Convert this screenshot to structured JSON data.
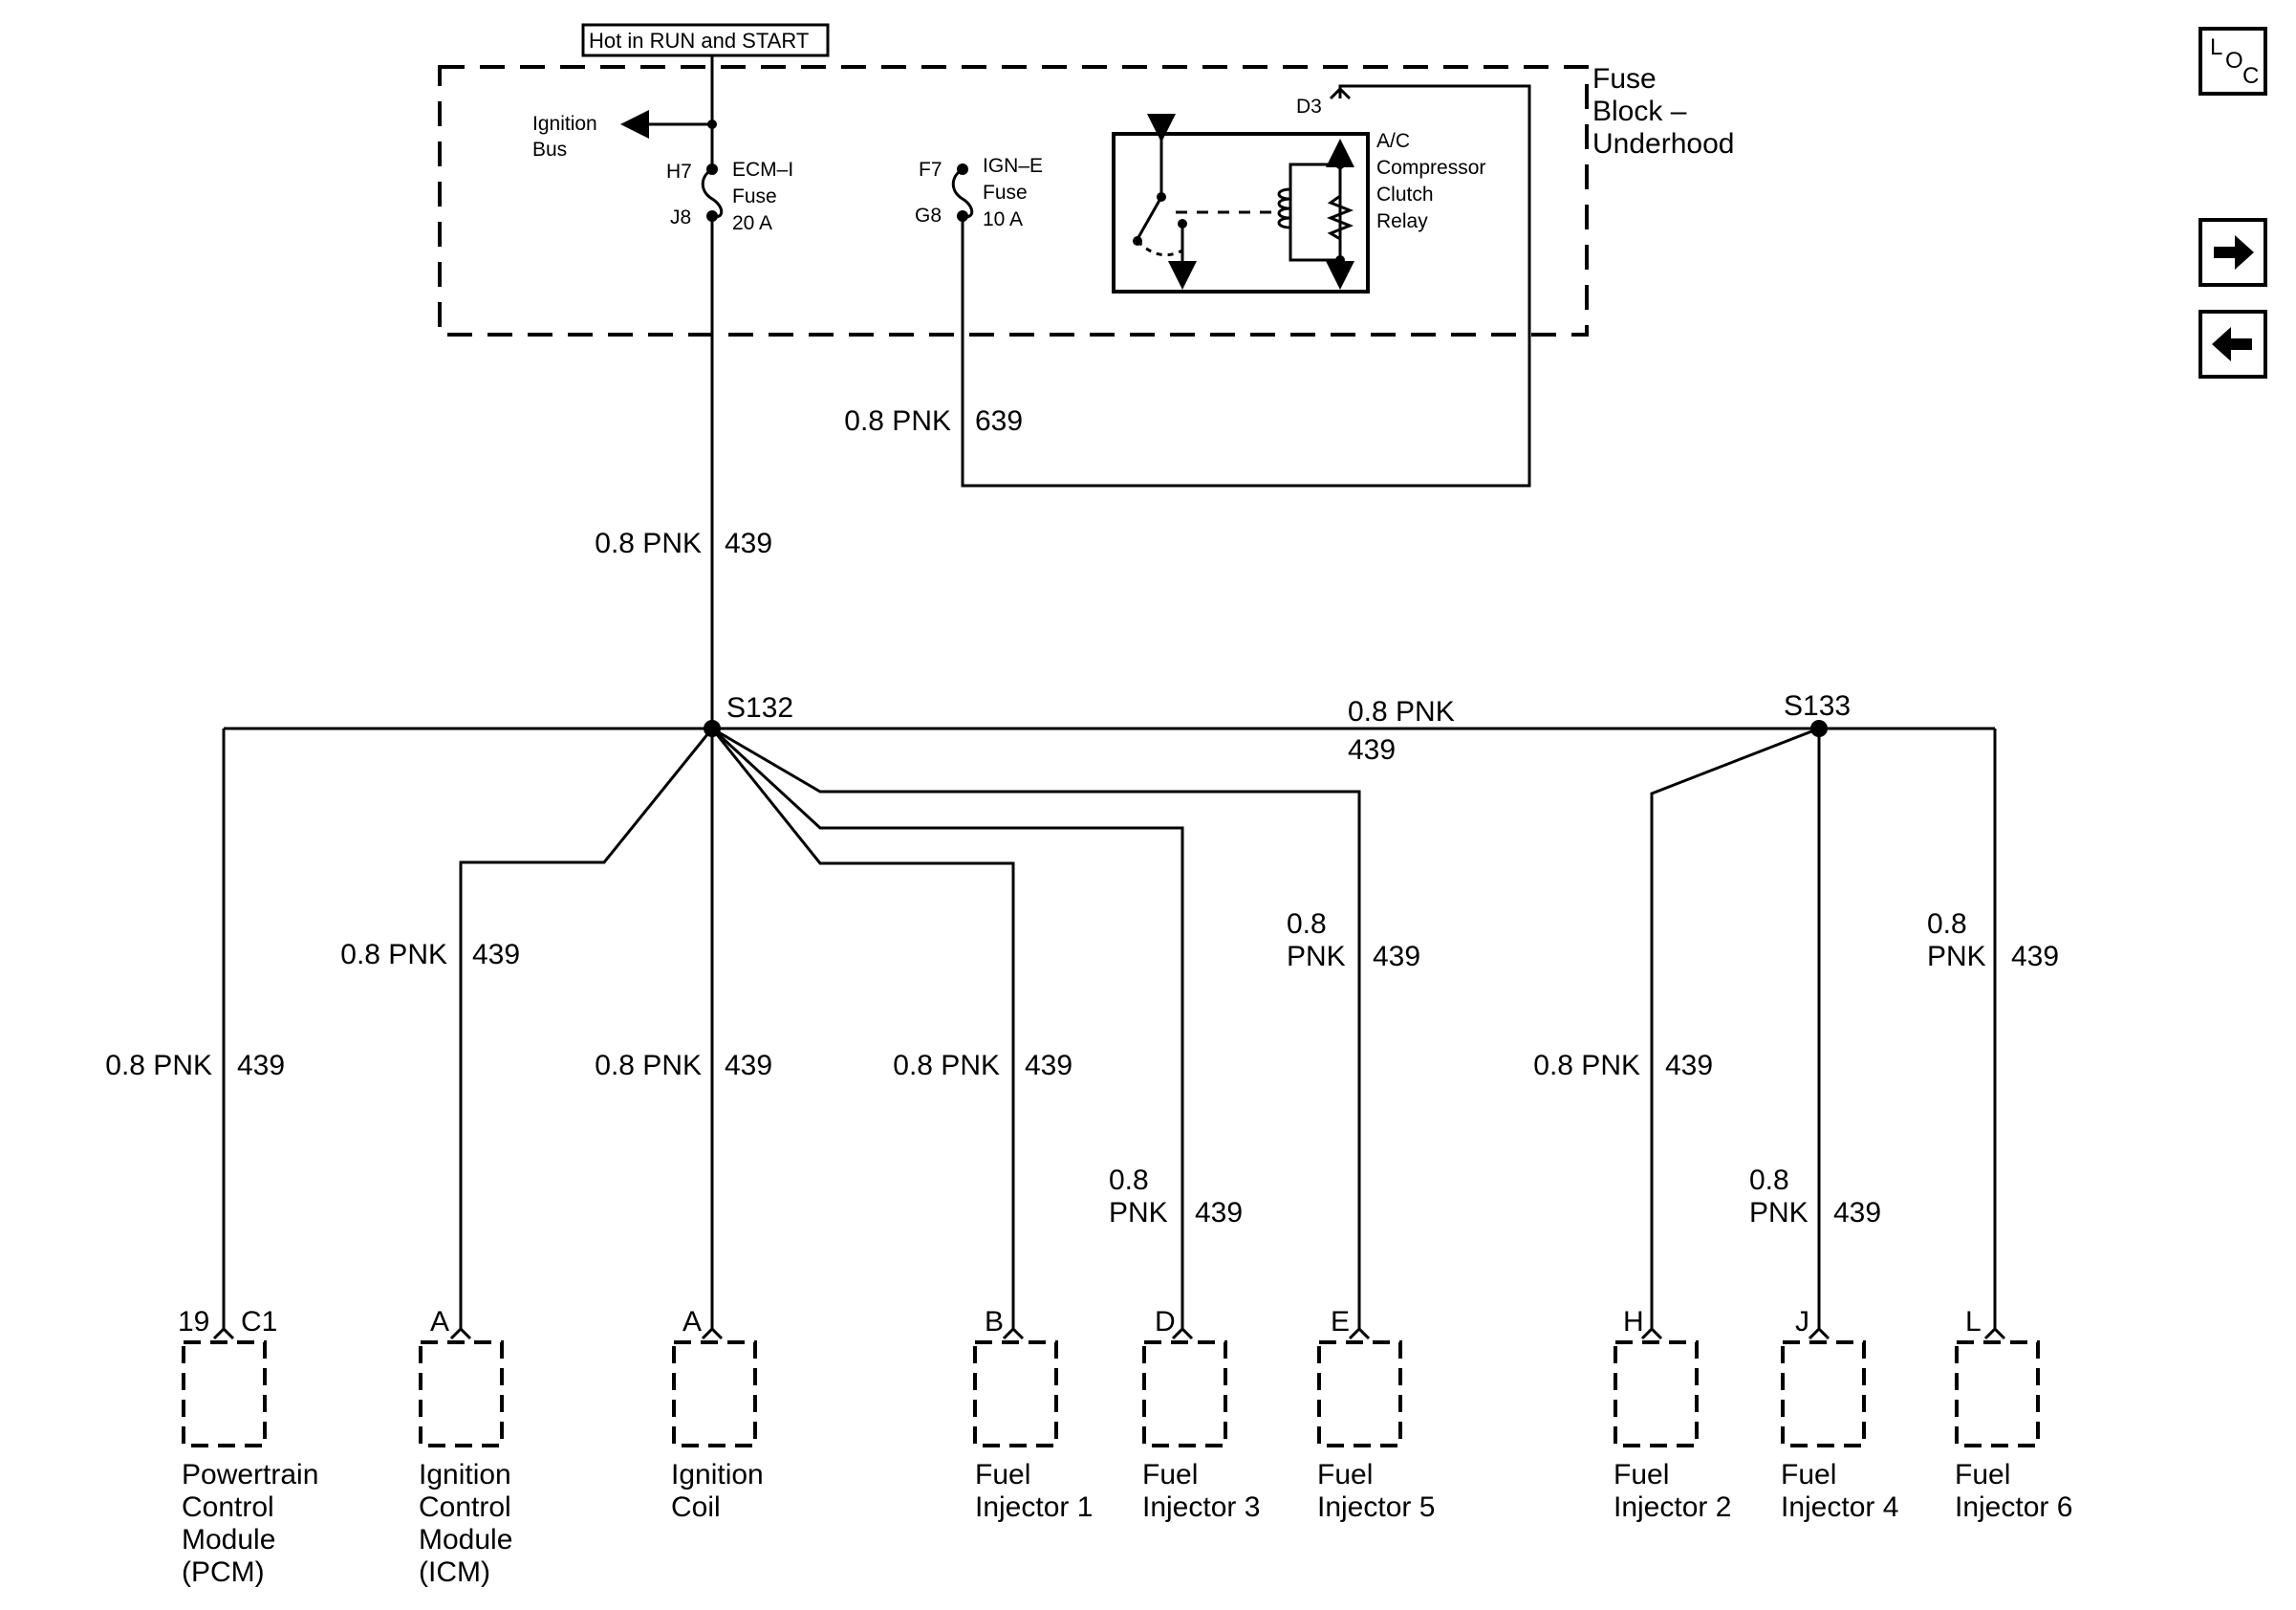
{
  "power_label": "Hot in RUN and START",
  "fuse_block": {
    "line1": "Fuse",
    "line2": "Block –",
    "line3": "Underhood"
  },
  "ignition_bus": {
    "line1": "Ignition",
    "line2": "Bus"
  },
  "ecm_fuse": {
    "in_pin": "H7",
    "out_pin": "J8",
    "line1": "ECM–I",
    "line2": "Fuse",
    "line3": "20 A"
  },
  "ign_fuse": {
    "in_pin": "F7",
    "out_pin": "G8",
    "line1": "IGN–E",
    "line2": "Fuse",
    "line3": "10 A"
  },
  "relay": {
    "pin": "D3",
    "line1": "A/C",
    "line2": "Compressor",
    "line3": "Clutch",
    "line4": "Relay"
  },
  "wire_639": {
    "gauge": "0.8 PNK",
    "circuit": "639"
  },
  "wire_main": {
    "gauge": "0.8 PNK",
    "circuit": "439"
  },
  "splice_s132": "S132",
  "splice_s133": "S133",
  "wire_bus": {
    "gauge": "0.8 PNK",
    "circuit": "439"
  },
  "branches": {
    "pcm": {
      "gauge": "0.8 PNK",
      "circuit": "439",
      "pin": "19",
      "connector": "C1",
      "line1": "Powertrain",
      "line2": "Control",
      "line3": "Module",
      "line4": "(PCM)"
    },
    "icm": {
      "gauge": "0.8 PNK",
      "circuit": "439",
      "pin": "A",
      "line1": "Ignition",
      "line2": "Control",
      "line3": "Module",
      "line4": "(ICM)"
    },
    "coil": {
      "gauge": "0.8 PNK",
      "circuit": "439",
      "pin": "A",
      "line1": "Ignition",
      "line2": "Coil"
    },
    "inj1": {
      "gauge": "0.8 PNK",
      "circuit": "439",
      "pin": "B",
      "line1": "Fuel",
      "line2": "Injector 1"
    },
    "inj3": {
      "gauge_a": "0.8",
      "gauge_b": "PNK",
      "circuit": "439",
      "pin": "D",
      "line1": "Fuel",
      "line2": "Injector 3"
    },
    "inj5": {
      "gauge_a": "0.8",
      "gauge_b": "PNK",
      "circuit": "439",
      "pin": "E",
      "line1": "Fuel",
      "line2": "Injector 5"
    },
    "inj2": {
      "gauge": "0.8 PNK",
      "circuit": "439",
      "pin": "H",
      "line1": "Fuel",
      "line2": "Injector 2"
    },
    "inj4": {
      "gauge_a": "0.8",
      "gauge_b": "PNK",
      "circuit": "439",
      "pin": "J",
      "line1": "Fuel",
      "line2": "Injector 4"
    },
    "inj6": {
      "gauge_a": "0.8",
      "gauge_b": "PNK",
      "circuit": "439",
      "pin": "L",
      "line1": "Fuel",
      "line2": "Injector 6"
    }
  },
  "nav": {
    "loc_l": "L",
    "loc_o": "O",
    "loc_c": "C",
    "next_icon": "arrow-right-icon",
    "prev_icon": "arrow-left-icon"
  }
}
